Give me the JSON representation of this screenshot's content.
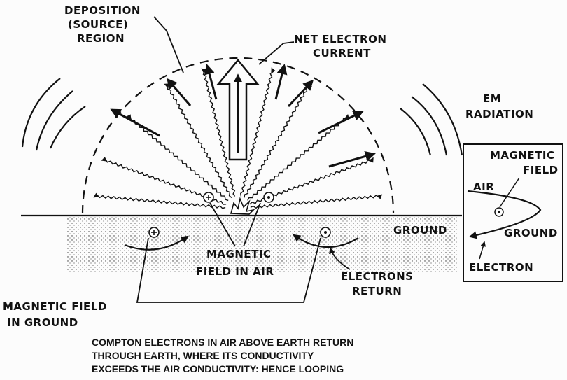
{
  "labels": {
    "deposition_1": "DEPOSITION",
    "deposition_2": "(SOURCE)",
    "deposition_3": "REGION",
    "net_current_1": "NET ELECTRON",
    "net_current_2": "CURRENT",
    "em_1": "EM",
    "em_2": "RADIATION",
    "ground": "GROUND",
    "mag_air_1": "MAGNETIC",
    "mag_air_2": "FIELD IN AIR",
    "electrons_1": "ELECTRONS",
    "electrons_2": "RETURN",
    "mag_ground_1": "MAGNETIC FIELD",
    "mag_ground_2": "IN GROUND"
  },
  "inset": {
    "mag_1": "MAGNETIC",
    "mag_2": "FIELD",
    "air": "AIR",
    "ground": "GROUND",
    "electron": "ELECTRON"
  },
  "caption": {
    "line1": "COMPTON ELECTRONS IN AIR ABOVE EARTH RETURN",
    "line2": "THROUGH EARTH, WHERE ITS CONDUCTIVITY",
    "line3": "EXCEEDS THE AIR CONDUCTIVITY: HENCE LOOPING"
  }
}
